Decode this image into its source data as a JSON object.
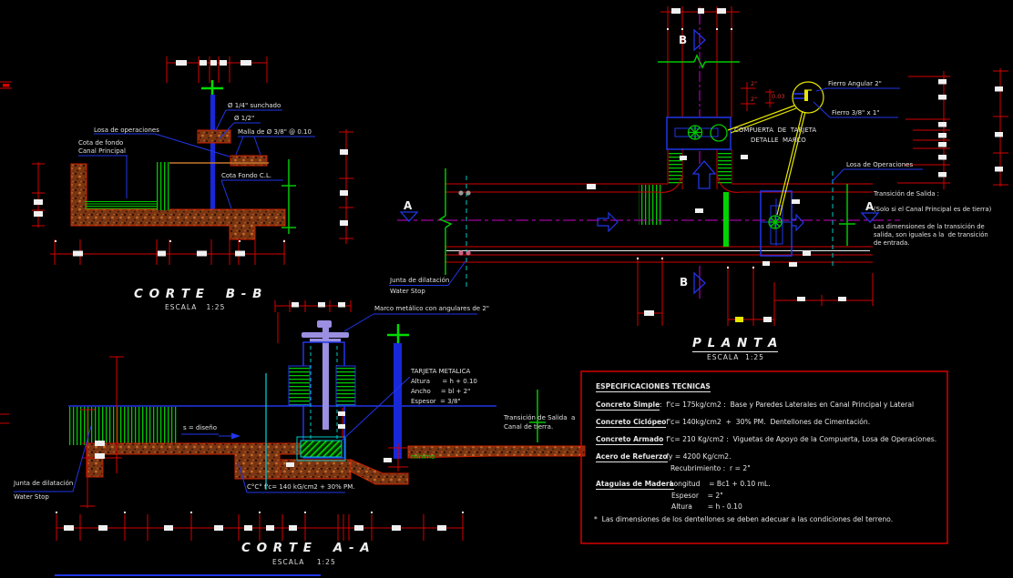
{
  "corte_bb": {
    "title": "C O R T E    B - B",
    "scale": "ESCALA   1:25",
    "losa_operaciones": "Losa de operaciones",
    "cota_fondo_1": "Cota de fondo",
    "cota_fondo_2": "Canal Principal",
    "sunchado": "Ø 1/4\" sunchado",
    "diametro_medio": "Ø 1/2\"",
    "malla": "Malla de Ø 3/8\" @ 0.10",
    "cota_fondo_cl": "Cota Fondo C.L."
  },
  "planta": {
    "title": "P L A N T A",
    "scale": "ESCALA  1:25",
    "marker_b_top": "B",
    "marker_b_bottom": "B",
    "marker_a_left": "A",
    "marker_a_right": "A",
    "compuerta_line1": "COMPUERTA  DE  TARJETA",
    "compuerta_line2": "DETALLE  MARCO",
    "fierro_angular": "Fierro Angular 2\"",
    "fierro_platina": "Fierro 3/8\" x 1\"",
    "dim_2a": "2\"",
    "dim_2b": "2\"",
    "dim_003": "0.03",
    "losa_operaciones": "Losa de Operaciones",
    "junta_1": "Junta de dilatación",
    "junta_2": "Water Stop",
    "nota_line1": "Transición de Salida :",
    "nota_line2": "(Solo si el Canal Principal es de tierra)",
    "nota_line3": "Las dimensiones de la transición de",
    "nota_line4": "salida, son iguales a la  de transición",
    "nota_line5": "de entrada."
  },
  "corte_aa": {
    "title": "C O R T E    A - A",
    "scale": "ESCALA    1:25",
    "marco_metalico": "Marco metálico con angulares de 2\"",
    "tarjeta_line1": "TARJETA METALICA",
    "tarjeta_line2": "Altura      = h + 0.10",
    "tarjeta_line3": "Ancho     = bl + 2\"",
    "tarjeta_line4": "Espesor  = 3/8\"",
    "s_diseno": "s = diseño",
    "junta_1": "Junta de dilatación",
    "junta_2": "Water Stop",
    "concreto_ciclopeo": "C°C° f'c= 140 kG/cm2 + 30% PM.",
    "minimo": "mínimo",
    "transicion_1": "Transición de Salida  a",
    "transicion_2": "Canal de tierra."
  },
  "especificaciones": {
    "title": "ESPECIFICACIONES TECNICAS",
    "rows": [
      {
        "label": "Concreto Simple",
        "value": ":  f'c= 175kg/cm2 :  Base y Paredes Laterales en Canal Principal y Lateral"
      },
      {
        "label": "Concreto Ciclópeo",
        "value": ":  f'c= 140kg/cm2  +  30% PM.  Dentellones de Cimentación."
      },
      {
        "label": "Concreto Armado",
        "value": ":  f'c= 210 Kg/cm2 :  Viguetas de Apoyo de la Compuerta, Losa de Operaciones."
      },
      {
        "label": "Acero de Refuerzo",
        "value": ":  fy = 4200 Kg/cm2.",
        "value2": "Recubrimiento :  r = 2\""
      },
      {
        "label": "Ataguias de Madera",
        "value": ":  Longitud    = Bc1 + 0.10 mL.",
        "value2": "Espesor    = 2\"",
        "value3": "Altura       = h - 0.10"
      }
    ],
    "footnote": "*  Las dimensiones de los dentellones se deben adecuar a las condiciones del terreno."
  },
  "colors": {
    "background": "#000000",
    "dimension_red": "#d40000",
    "line_green": "#00c800",
    "leader_blue": "#2036e8",
    "centerline_magenta": "#cc00cc",
    "detail_yellow": "#e8e800",
    "waterstop_cyan": "#00c8c8",
    "concrete_brown": "#7a3512",
    "mechanism_lavender": "#9a8fe0",
    "text_white": "#e2e2e2"
  }
}
